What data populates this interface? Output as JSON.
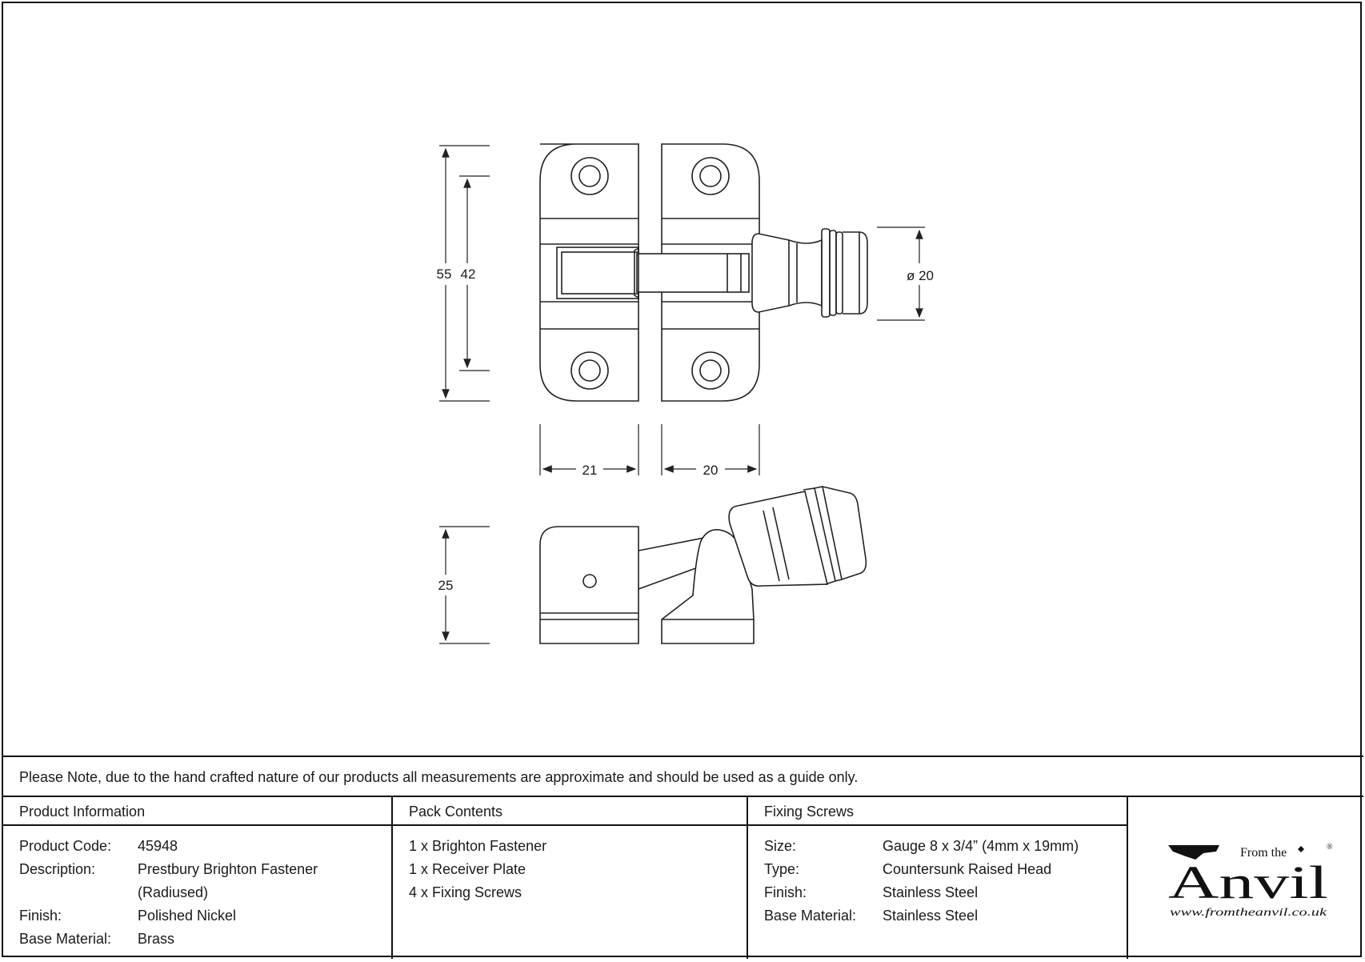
{
  "dimensions": {
    "height_total": "55",
    "hole_spacing": "42",
    "knob_diameter": "ø 20",
    "receiver_width": "21",
    "fastener_width": "20",
    "projection": "25"
  },
  "note": "Please Note, due to the hand crafted nature of our products all measurements are approximate and should be used as a guide only.",
  "product_info": {
    "heading": "Product Information",
    "rows": [
      {
        "label": "Product Code:",
        "value": "45948"
      },
      {
        "label": "Description:",
        "value": "Prestbury Brighton Fastener"
      },
      {
        "label": "",
        "value": "(Radiused)"
      },
      {
        "label": "Finish:",
        "value": "Polished Nickel"
      },
      {
        "label": "Base Material:",
        "value": "Brass"
      }
    ]
  },
  "pack_contents": {
    "heading": "Pack Contents",
    "items": [
      "1 x Brighton Fastener",
      "1 x Receiver Plate",
      "4 x Fixing Screws"
    ]
  },
  "fixing_screws": {
    "heading": "Fixing Screws",
    "rows": [
      {
        "label": "Size:",
        "value": "Gauge 8 x 3/4” (4mm x 19mm)"
      },
      {
        "label": "Type:",
        "value": "Countersunk Raised Head"
      },
      {
        "label": "Finish:",
        "value": "Stainless Steel"
      },
      {
        "label": "Base Material:",
        "value": "Stainless Steel"
      }
    ]
  },
  "logo": {
    "from_the": "From the",
    "brand": "Anvil",
    "registered": "®",
    "url": "www.fromtheanvil.co.uk"
  }
}
